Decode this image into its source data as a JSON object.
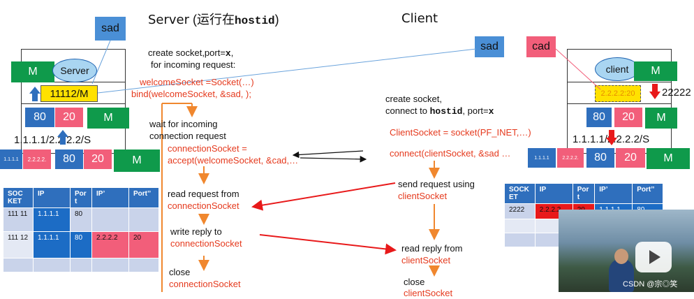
{
  "server": {
    "title_word": "Server",
    "title_paren": "(运行在",
    "title_host": "hostid",
    "title_close": ")",
    "process_label": "Server",
    "m": "M",
    "port_tag": "11112/M",
    "row_port": "80",
    "row_port2": "20",
    "addr": "1.1.1.1/2.2.2.2/S",
    "nic_ip": "1.1.1.1",
    "nic_ip2": "2.2.2.2."
  },
  "client": {
    "title": "Client",
    "process_label": "client",
    "m": "M",
    "addr_tag": "2.2.2.2:20",
    "port_num": "22222",
    "row_port": "80",
    "row_port2": "20",
    "addr": "1.1.1.1/2.2.2.2/S",
    "nic_ip": "1.1.1.1",
    "nic_ip2": "2.2.2.2."
  },
  "labels": {
    "sad_left": "sad",
    "sad_right": "sad",
    "cad": "cad"
  },
  "server_steps": {
    "create_1": "create socket,port=",
    "create_x": "x",
    "create_1_end": ",",
    "create_2": "for incoming request:",
    "code_1": "welcomeSocket =Socket(…)",
    "code_2": "bind(welcomeSocket, &sad, );",
    "wait_1": "wait for incoming",
    "wait_2": "connection request",
    "accept_1": "connectionSocket =",
    "accept_2": "accept(welcomeSocket, &cad,…",
    "read_1": "read request from",
    "read_2": "connectionSocket",
    "write_1": "write reply to",
    "write_2": "connectionSocket",
    "close_1": "close",
    "close_2": "connectionSocket"
  },
  "client_steps": {
    "create_1": "create socket,",
    "create_2a": "connect to ",
    "create_2_host": "hostid",
    "create_2b": ", port=",
    "create_2_x": "x",
    "code_1": "ClientSocket = socket(PF_INET,…)",
    "code_2": "connect(clientSocket, &sad …",
    "send_1": "send request using",
    "send_2": "clientSocket",
    "read_1": "read reply from",
    "read_2": "clientSocket",
    "close_1": "close",
    "close_2": "clientSocket"
  },
  "server_table": {
    "headers": [
      "SOC KET",
      "IP",
      "Por t",
      "IP’",
      "Port’’"
    ],
    "rows": [
      [
        "111 11",
        "1.1.1.1",
        "80",
        "",
        ""
      ],
      [
        "111 12",
        "1.1.1.1",
        "80",
        "2.2.2.2",
        "20"
      ],
      [
        "",
        "",
        "",
        "",
        ""
      ]
    ]
  },
  "client_table": {
    "headers": [
      "SOCK ET",
      "IP",
      "Por t",
      "IP’",
      "Port’’"
    ],
    "rows": [
      [
        "2222",
        "2.2.2.2",
        "20",
        "1.1.1.1",
        "80"
      ],
      [
        "",
        "",
        "",
        "",
        ""
      ],
      [
        "",
        "",
        "",
        "",
        ""
      ]
    ]
  },
  "watermark": "CSDN @宗◎笑",
  "colors": {
    "green": "#0f9a4b",
    "blue": "#2f6fbd",
    "pink": "#f25e7a",
    "red_text": "#e53a1e",
    "orange": "#f0872e",
    "label_blue": "#4a8fd6",
    "yellow": "#ffe100"
  }
}
